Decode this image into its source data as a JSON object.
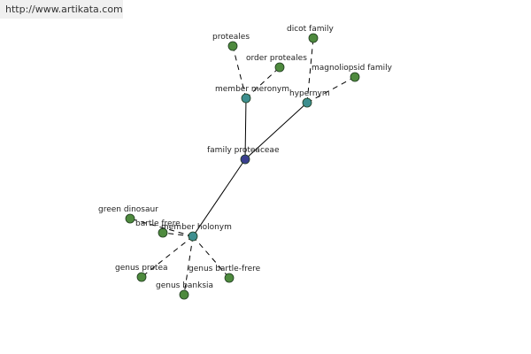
{
  "url_banner": "http://www.artikata.com",
  "colors": {
    "root_node": "#3a3f8f",
    "relation_node": "#3e8f8f",
    "leaf_node": "#4e8a3e",
    "node_outline": "#1e3a1e",
    "edge": "#000000"
  },
  "graph": {
    "nodes": [
      {
        "id": "family-proteaceae",
        "label": "family proteaceae",
        "kind": "root"
      },
      {
        "id": "member-meronym",
        "label": "member meronym",
        "kind": "relation"
      },
      {
        "id": "hypernym",
        "label": "hypernym",
        "kind": "relation"
      },
      {
        "id": "member-holonym",
        "label": "member holonym",
        "kind": "relation"
      },
      {
        "id": "proteales",
        "label": "proteales",
        "kind": "leaf"
      },
      {
        "id": "order-proteales",
        "label": "order proteales",
        "kind": "leaf"
      },
      {
        "id": "dicot-family",
        "label": "dicot family",
        "kind": "leaf"
      },
      {
        "id": "magnoliopsid-family",
        "label": "magnoliopsid family",
        "kind": "leaf"
      },
      {
        "id": "green-dinosaur",
        "label": "green dinosaur",
        "kind": "leaf"
      },
      {
        "id": "bartle-frere",
        "label": "bartle frere",
        "kind": "leaf"
      },
      {
        "id": "genus-protea",
        "label": "genus protea",
        "kind": "leaf"
      },
      {
        "id": "genus-banksia",
        "label": "genus banksia",
        "kind": "leaf"
      },
      {
        "id": "genus-bartle-frere",
        "label": "genus bartle-frere",
        "kind": "leaf"
      }
    ],
    "edges": [
      {
        "from": "family-proteaceae",
        "to": "member-meronym",
        "style": "solid"
      },
      {
        "from": "family-proteaceae",
        "to": "hypernym",
        "style": "solid"
      },
      {
        "from": "family-proteaceae",
        "to": "member-holonym",
        "style": "solid"
      },
      {
        "from": "member-meronym",
        "to": "proteales",
        "style": "dashed"
      },
      {
        "from": "member-meronym",
        "to": "order-proteales",
        "style": "dashed"
      },
      {
        "from": "hypernym",
        "to": "dicot-family",
        "style": "dashed"
      },
      {
        "from": "hypernym",
        "to": "magnoliopsid-family",
        "style": "dashed"
      },
      {
        "from": "member-holonym",
        "to": "green-dinosaur",
        "style": "dashed"
      },
      {
        "from": "member-holonym",
        "to": "bartle-frere",
        "style": "dashed"
      },
      {
        "from": "member-holonym",
        "to": "genus-protea",
        "style": "dashed"
      },
      {
        "from": "member-holonym",
        "to": "genus-banksia",
        "style": "dashed"
      },
      {
        "from": "member-holonym",
        "to": "genus-bartle-frere",
        "style": "dashed"
      }
    ]
  }
}
